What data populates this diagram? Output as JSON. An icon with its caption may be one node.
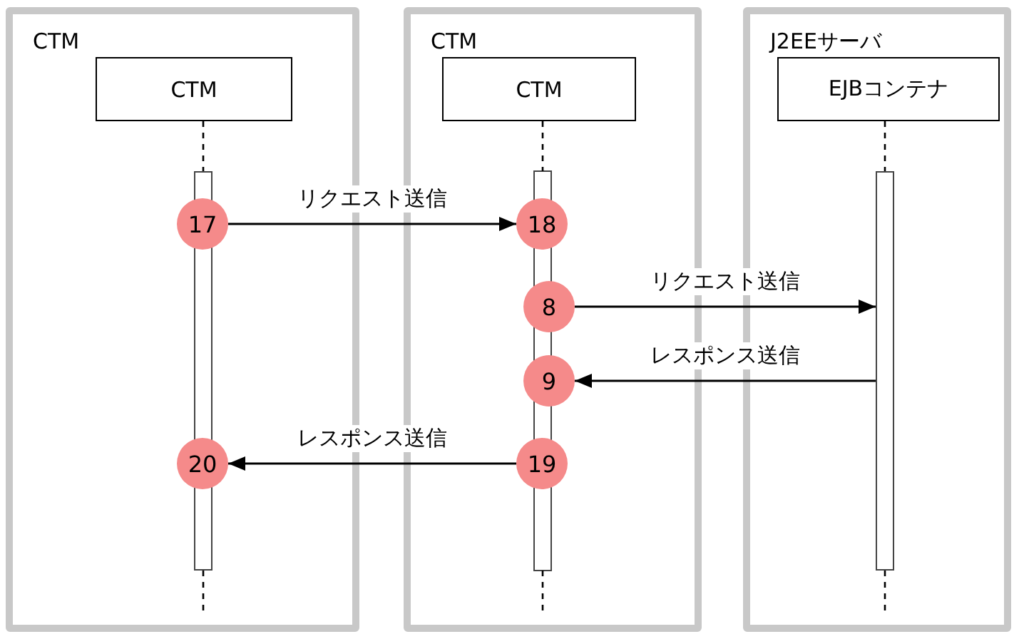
{
  "diagram": {
    "nodes": [
      {
        "text": [
          "CTM"
        ]
      },
      {
        "text": [
          "CTM"
        ],
        "in": 0
      },
      {
        "text": [],
        "shape": "bar",
        "in": 0
      },
      {
        "text": [
          "17"
        ],
        "in": 0
      },
      {
        "text": [
          "20"
        ],
        "in": 0
      },
      {
        "text": [
          "CTM"
        ]
      },
      {
        "text": [
          "CTM"
        ],
        "in": 5
      },
      {
        "text": [
          "18"
        ],
        "in": 5
      },
      {
        "text": [
          "8"
        ],
        "in": 5
      },
      {
        "text": [
          "9"
        ],
        "in": 5
      },
      {
        "text": [
          "19"
        ],
        "in": 5
      },
      {
        "text": [
          "J2EEサーバ"
        ]
      },
      {
        "text": [
          "EJBコンテナ"
        ],
        "in": 11
      },
      {
        "text": [],
        "shape": "bar",
        "in": 11
      }
    ],
    "edges": [
      {
        "from": 1,
        "to": 2,
        "arrow": "none",
        "style": "dashed"
      },
      {
        "from": 12,
        "to": 13,
        "arrow": "none",
        "style": "dashed"
      },
      {
        "from": 3,
        "to": 7,
        "arrow": "to",
        "label": "リクエスト送信"
      },
      {
        "from": 8,
        "to": 13,
        "arrow": "to",
        "label": "リクエスト送信"
      },
      {
        "from": 13,
        "to": 9,
        "arrow": "to",
        "label": "レスポンス送信"
      },
      {
        "from": 10,
        "to": 4,
        "arrow": "to",
        "label": "レスポンス送信"
      }
    ]
  }
}
